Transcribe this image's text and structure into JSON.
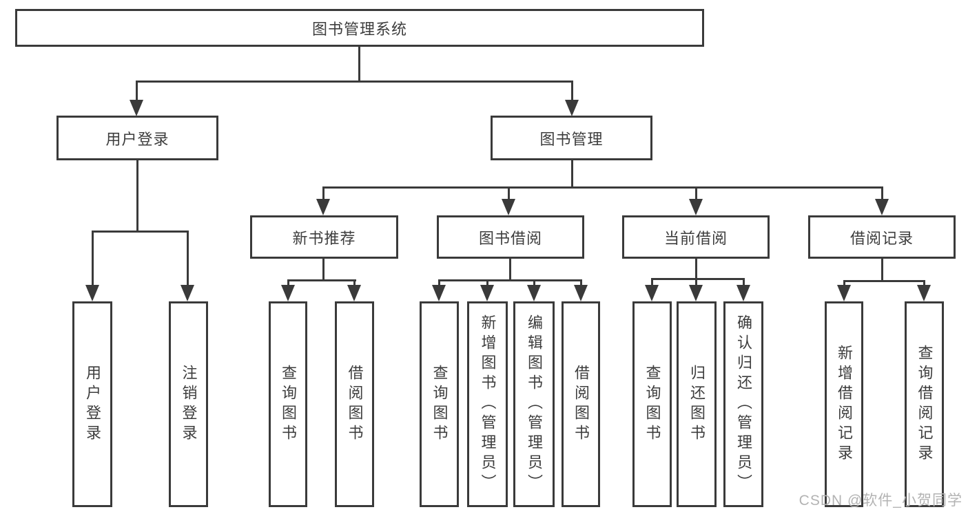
{
  "style": {
    "line_color": "#3a3a3a",
    "text_color": "#3d3d3d",
    "watermark_color": "#b3b3b3",
    "background": "#ffffff"
  },
  "watermark": {
    "text": "CSDN @软件_小贺同学"
  },
  "tree": {
    "root": "图书管理系统",
    "children": [
      {
        "label": "用户登录",
        "children": [
          "用户登录",
          "注销登录"
        ]
      },
      {
        "label": "图书管理",
        "children": [
          {
            "label": "新书推荐",
            "children": [
              "查询图书",
              "借阅图书"
            ]
          },
          {
            "label": "图书借阅",
            "children": [
              "查询图书",
              "新增图书（管理员）",
              "编辑图书（管理员）",
              "借阅图书"
            ]
          },
          {
            "label": "当前借阅",
            "children": [
              "查询图书",
              "归还图书",
              "确认归还（管理员）"
            ]
          },
          {
            "label": "借阅记录",
            "children": [
              "新增借阅记录",
              "查询借阅记录"
            ]
          }
        ]
      }
    ]
  }
}
